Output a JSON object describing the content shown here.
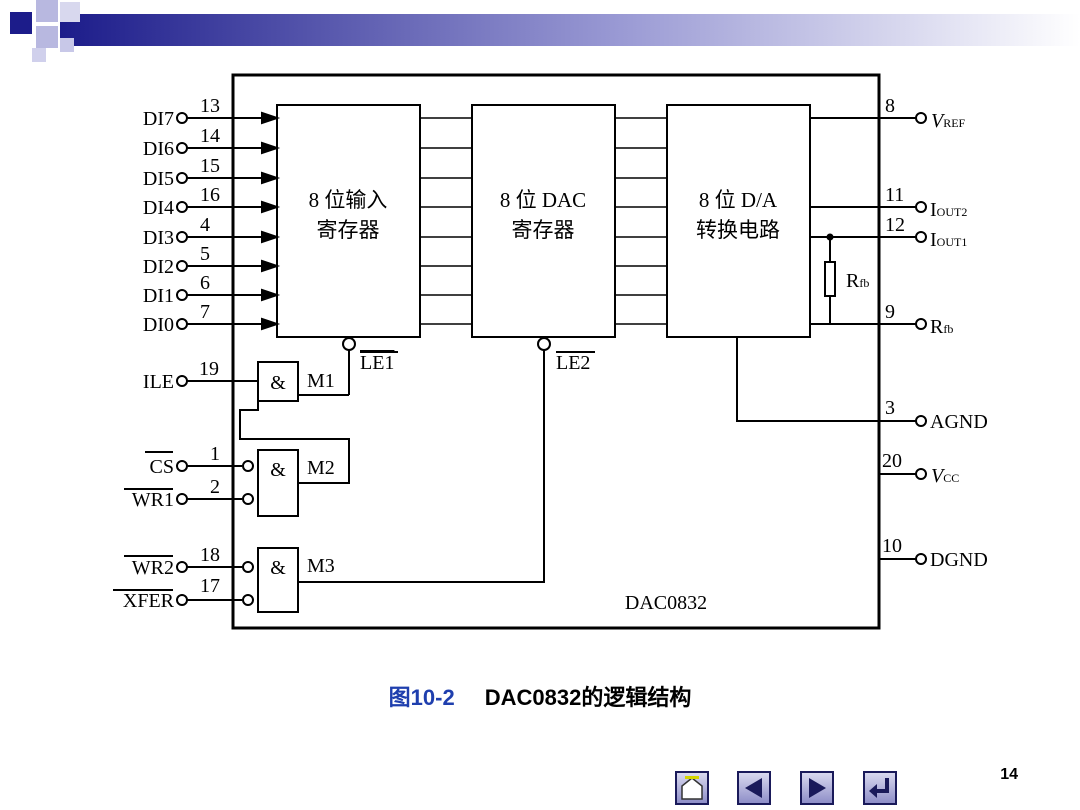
{
  "chip": {
    "name": "DAC0832",
    "blocks": {
      "input_register": [
        "8 位输入",
        "寄存器"
      ],
      "dac_register": [
        "8 位 DAC",
        "寄存器"
      ],
      "converter": [
        "8 位 D/A",
        "转换电路"
      ]
    },
    "gates": {
      "symbol": "&",
      "m1": "M1",
      "m2": "M2",
      "m3": "M3"
    },
    "latch_enable": {
      "le1": "LE1",
      "le2": "LE2"
    },
    "feedback_resistor": {
      "base": "R",
      "sub": "fb"
    }
  },
  "left_pins": {
    "data": [
      {
        "label": "DI7",
        "num": "13"
      },
      {
        "label": "DI6",
        "num": "14"
      },
      {
        "label": "DI5",
        "num": "15"
      },
      {
        "label": "DI4",
        "num": "16"
      },
      {
        "label": "DI3",
        "num": "4"
      },
      {
        "label": "DI2",
        "num": "5"
      },
      {
        "label": "DI1",
        "num": "6"
      },
      {
        "label": "DI0",
        "num": "7"
      }
    ],
    "ile": {
      "label": "ILE",
      "num": "19"
    },
    "cs": {
      "label": "CS",
      "num": "1"
    },
    "wr1": {
      "label": "WR1",
      "num": "2"
    },
    "wr2": {
      "label": "WR2",
      "num": "18"
    },
    "xfer": {
      "label": "XFER",
      "num": "17"
    }
  },
  "right_pins": {
    "vref": {
      "base": "V",
      "sub": "REF",
      "num": "8"
    },
    "iout2": {
      "base": "I",
      "sub": "OUT2",
      "num": "11"
    },
    "iout1": {
      "base": "I",
      "sub": "OUT1",
      "num": "12"
    },
    "rfb": {
      "base": "R",
      "sub": "fb",
      "num": "9"
    },
    "agnd": {
      "label": "AGND",
      "num": "3"
    },
    "vcc": {
      "base": "V",
      "sub": "CC",
      "num": "20"
    },
    "dgnd": {
      "label": "DGND",
      "num": "10"
    }
  },
  "caption": {
    "figure_number": "图10-2",
    "title": "DAC0832的逻辑结构"
  },
  "page_number": "14",
  "nav_buttons": {
    "home": "home-icon",
    "prev": "prev-arrow-icon",
    "next": "next-arrow-icon",
    "return": "return-icon"
  }
}
